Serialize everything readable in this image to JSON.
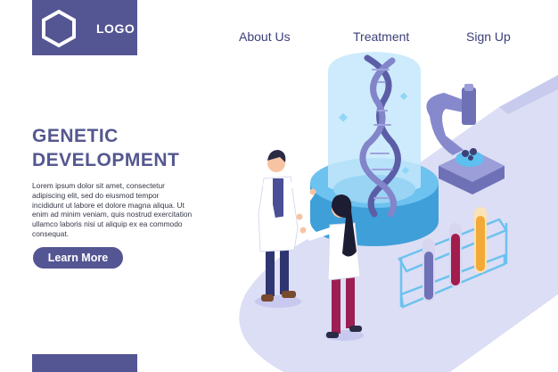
{
  "brand": {
    "logo_text": "LOGO"
  },
  "nav": {
    "about": "About Us",
    "treatment": "Treatment",
    "signup": "Sign Up"
  },
  "hero": {
    "title_line1": "GENETIC",
    "title_line2": "DEVELOPMENT",
    "body": "Lorem ipsum dolor sit amet, consectetur adipiscing elit, sed do eiusmod tempor incididunt ut labore et dolore magna aliqua. Ut enim ad minim veniam, quis nostrud exercitation ullamco laboris nisi ut aliquip ex ea commodo consequat.",
    "cta": "Learn More"
  },
  "colors": {
    "primary": "#545593",
    "platform": "#d9dbf4",
    "cylinder": "#bfe6fb",
    "dna": "#6e71b5"
  },
  "icons": [
    "hexagon-logo-icon"
  ]
}
